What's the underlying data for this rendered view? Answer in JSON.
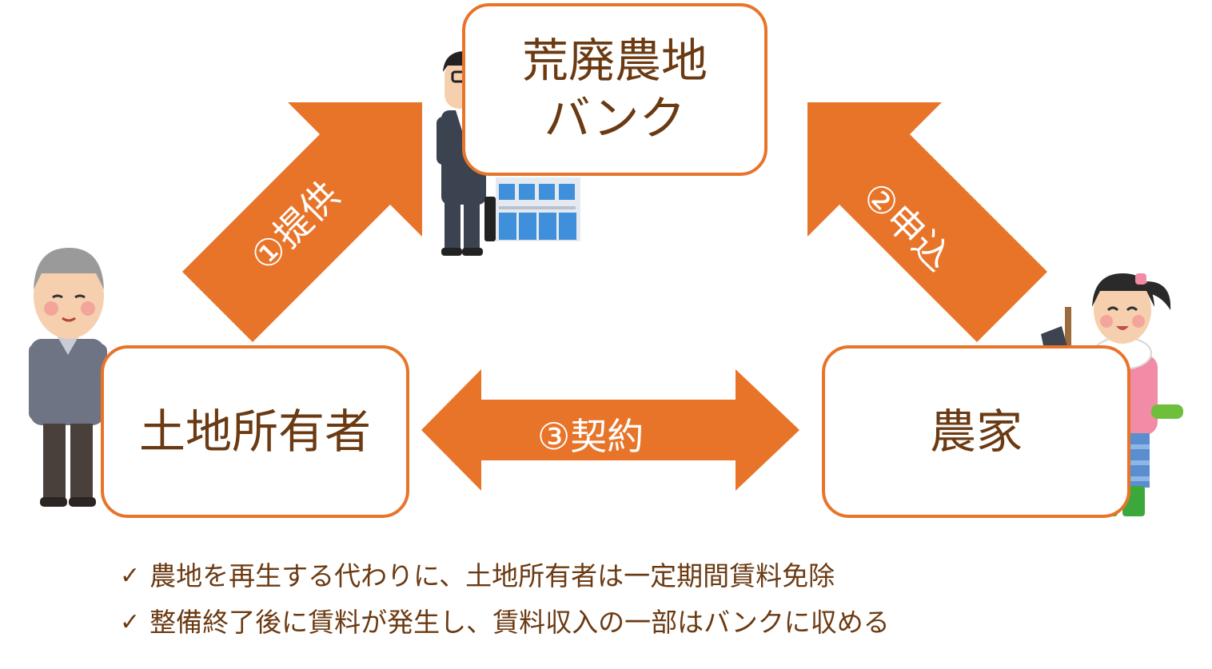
{
  "colors": {
    "accent": "#E8742A",
    "text": "#6B3A12",
    "arrow_text": "#ffffff"
  },
  "nodes": {
    "bank": {
      "line1": "荒廃農地",
      "line2": "バンク"
    },
    "owner": {
      "label": "土地所有者"
    },
    "farmer": {
      "label": "農家"
    }
  },
  "arrows": {
    "provide": "①提供",
    "apply": "②申込",
    "contract": "③契約"
  },
  "notes": [
    {
      "check": "✓",
      "text": "農地を再生する代わりに、土地所有者は一定期間賃料免除"
    },
    {
      "check": "✓",
      "text": "整備終了後に賃料が発生し、賃料収入の一部はバンクに収める"
    }
  ],
  "icons": [
    "elderly-man-icon",
    "businessman-icon",
    "office-building-icon",
    "farmer-woman-icon"
  ]
}
